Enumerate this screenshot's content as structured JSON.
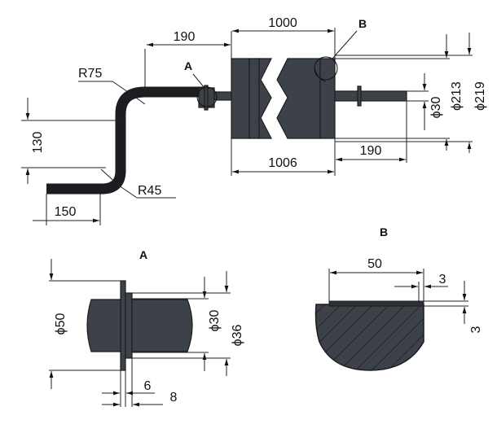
{
  "dimensions": {
    "d190_top": "190",
    "d1000": "1000",
    "detail_b_label": "B",
    "r75": "R75",
    "detail_a_label": "A",
    "phi213": "ϕ213",
    "phi219": "ϕ219",
    "phi30_main": "ϕ30",
    "d130": "130",
    "d190_bottom": "190",
    "d1006": "1006",
    "r45": "R45",
    "d150": "150"
  },
  "detail_a": {
    "title": "A",
    "phi50": "ϕ50",
    "phi30": "ϕ30",
    "phi36": "ϕ36",
    "d6": "6",
    "d8": "8"
  },
  "detail_b": {
    "title": "B",
    "d50": "50",
    "d3_top": "3",
    "d3_side": "3"
  },
  "colors": {
    "part_fill": "#3d4148",
    "outline": "#1b1d21"
  }
}
